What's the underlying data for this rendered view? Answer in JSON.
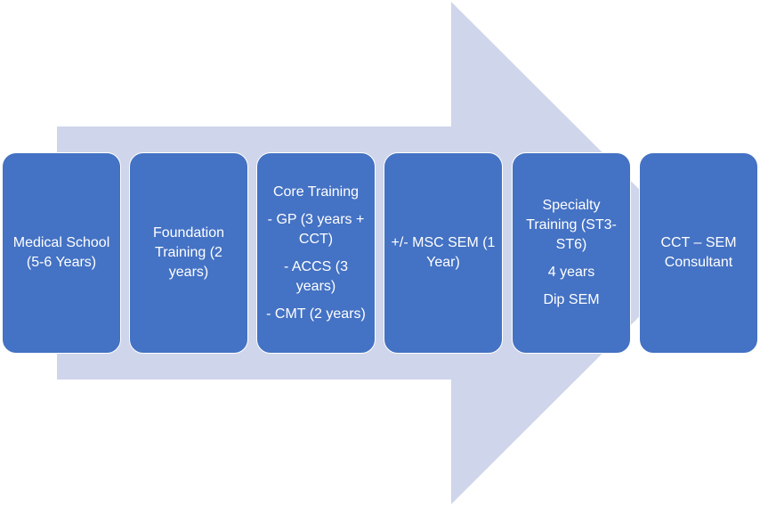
{
  "colors": {
    "arrow": "#cfd5ea",
    "box_fill": "#4472c4",
    "box_text": "#ffffff",
    "box_border": "#ffffff"
  },
  "steps": [
    {
      "lines": [
        "Medical School (5-6 Years)"
      ]
    },
    {
      "lines": [
        "Foundation Training (2 years)"
      ]
    },
    {
      "lines": [
        "Core Training",
        "- GP (3 years + CCT)",
        "- ACCS (3 years)",
        "- CMT (2 years)"
      ]
    },
    {
      "lines": [
        "+/- MSC SEM (1 Year)"
      ]
    },
    {
      "lines": [
        "Specialty Training (ST3-ST6)",
        "4 years",
        "Dip SEM"
      ]
    },
    {
      "lines": [
        "CCT – SEM Consultant"
      ]
    }
  ]
}
